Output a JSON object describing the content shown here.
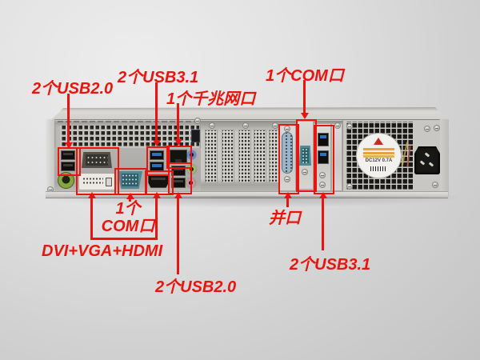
{
  "callouts": {
    "top": [
      {
        "name": "usb2-rear-io",
        "label": "2个USB2.0"
      },
      {
        "name": "usb31-rear-io",
        "label": "2个USB3.1"
      },
      {
        "name": "gigabit-lan",
        "label": "1个千兆网口"
      },
      {
        "name": "com-expansion-card",
        "label": "1个COM口"
      }
    ],
    "bottom": [
      {
        "name": "com-io",
        "label_line1": "1个",
        "label_line2": "COM口"
      },
      {
        "name": "video-outputs",
        "label": "DVI+VGA+HDMI"
      },
      {
        "name": "usb2-rear-io-lower",
        "label": "2个USB2.0"
      },
      {
        "name": "parallel-port",
        "label": "并口"
      },
      {
        "name": "usb31-expansion-card",
        "label": "2个USB3.1"
      }
    ]
  },
  "psu": {
    "fan_sticker_text": "DC12V 0.7A"
  },
  "hardware_icons": {
    "io_ports": [
      "usb2-ports-x2",
      "db-serial-port",
      "dvi-port",
      "com-db-port-teal",
      "hdmi-port",
      "usb31-ports-x2",
      "rj45-lan-port",
      "usb2-ports-x2-lower",
      "ps2-port",
      "audio-jacks",
      "optical-port"
    ],
    "expansion_cards": [
      "parallel-db25-card",
      "com-db9-card",
      "usb31-x2-card"
    ],
    "power": [
      "psu-fan-grille",
      "fan-sticker",
      "ac-inlet-c14"
    ]
  },
  "colors": {
    "annotation_red": "#e8150f",
    "usb3_blue": "#2f6fbe",
    "com_teal": "#4d8a96",
    "ps2_green": "#85a83e",
    "audio_blue": "#6286cf",
    "audio_green": "#a3bd55",
    "audio_pink": "#dc8d92"
  }
}
